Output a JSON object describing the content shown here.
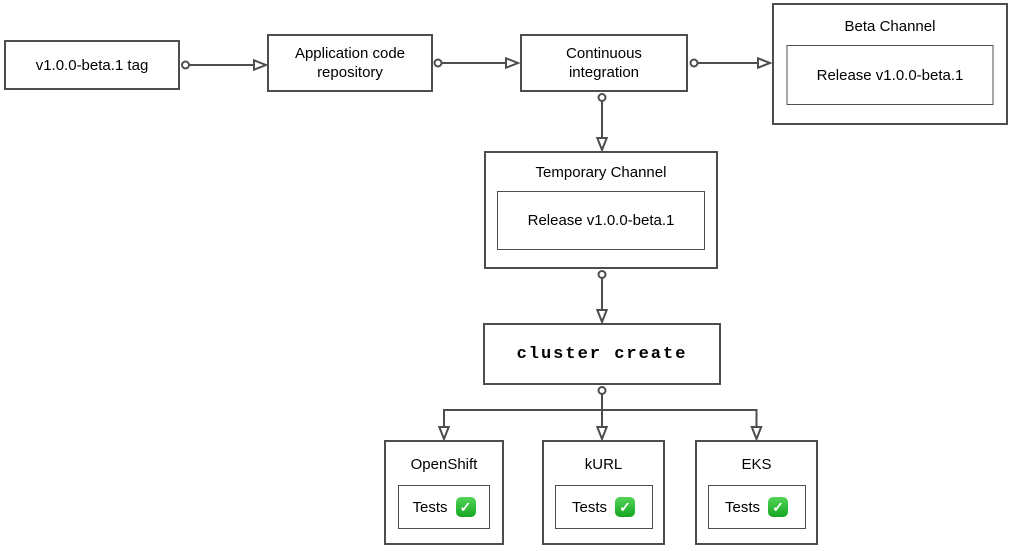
{
  "diagram": {
    "type": "flowchart",
    "nodes": {
      "tag": {
        "label": "v1.0.0-beta.1 tag"
      },
      "repo": {
        "label": "Application code\nrepository"
      },
      "ci": {
        "label": "Continuous\nintegration"
      },
      "beta_channel": {
        "title": "Beta Channel",
        "release_label": "Release v1.0.0-beta.1"
      },
      "temporary_channel": {
        "title": "Temporary Channel",
        "release_label": "Release v1.0.0-beta.1"
      },
      "cluster_create": {
        "label": "cluster create"
      },
      "clusters": [
        {
          "title": "OpenShift",
          "tests_label": "Tests",
          "status": "passed",
          "status_icon": "check-mark-icon",
          "status_glyph": "✓"
        },
        {
          "title": "kURL",
          "tests_label": "Tests",
          "status": "passed",
          "status_icon": "check-mark-icon",
          "status_glyph": "✓"
        },
        {
          "title": "EKS",
          "tests_label": "Tests",
          "status": "passed",
          "status_icon": "check-mark-icon",
          "status_glyph": "✓"
        }
      ]
    },
    "edges": [
      {
        "from": "tag",
        "to": "repo"
      },
      {
        "from": "repo",
        "to": "ci"
      },
      {
        "from": "ci",
        "to": "beta_channel"
      },
      {
        "from": "ci",
        "to": "temporary_channel"
      },
      {
        "from": "temporary_channel",
        "to": "cluster_create"
      },
      {
        "from": "cluster_create",
        "to": "OpenShift"
      },
      {
        "from": "cluster_create",
        "to": "kURL"
      },
      {
        "from": "cluster_create",
        "to": "EKS"
      }
    ],
    "colors": {
      "line": "#4d4d4d",
      "background": "#ffffff",
      "text": "#000000",
      "check_green_top": "#55d45a",
      "check_green_bottom": "#14a620",
      "check_mark": "#ffffff"
    }
  }
}
